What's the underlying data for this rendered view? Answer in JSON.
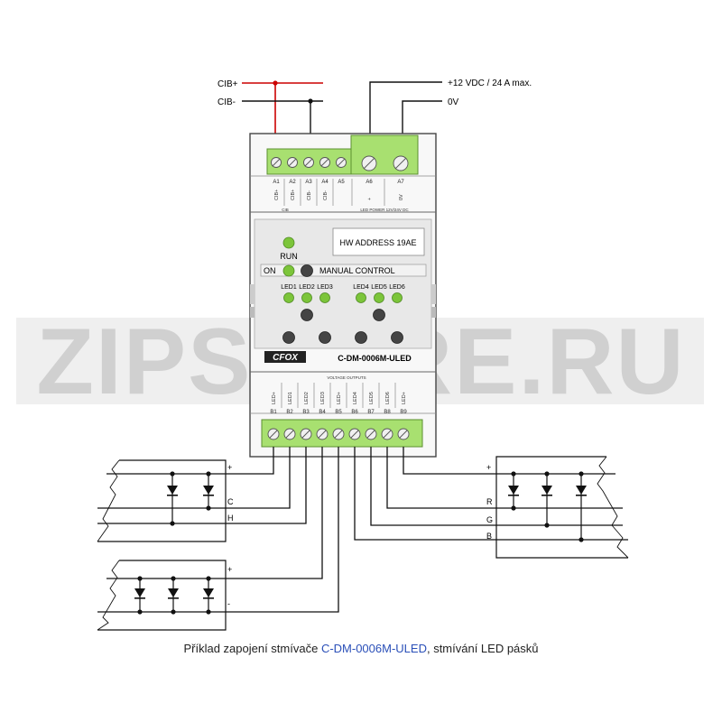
{
  "bus": {
    "cib_plus": "CIB+",
    "cib_minus": "CIB-"
  },
  "power": {
    "plus": "+12 VDC / 24 A max.",
    "zero": "0V"
  },
  "top_terminals": [
    "A1",
    "A2",
    "A3",
    "A4",
    "A5",
    "A6",
    "A7"
  ],
  "top_pin_marks": [
    "CIB+",
    "CIB+",
    "CIB-",
    "CIB-",
    "",
    "+",
    "0V"
  ],
  "top_section": {
    "cib": "CIB",
    "led_power": "LED POWER 12V/24V DC"
  },
  "panel": {
    "run": "RUN",
    "hw_address": "HW ADDRESS 19AE",
    "on": "ON",
    "manual_control": "MANUAL CONTROL",
    "led_labels": [
      "LED1",
      "LED2",
      "LED3",
      "LED4",
      "LED5",
      "LED6"
    ]
  },
  "brand": {
    "logo": "CFOX",
    "model": "C-DM-0006M-ULED"
  },
  "bottom_section": {
    "voltage_outputs": "VOLTAGE OUTPUTS"
  },
  "output_marks": [
    "LED+",
    "LED1",
    "LED2",
    "LED3",
    "LED+",
    "LED4",
    "LED5",
    "LED6",
    "LED+"
  ],
  "bottom_terminals": [
    "B1",
    "B2",
    "B3",
    "B4",
    "B5",
    "B6",
    "B7",
    "B8",
    "B9"
  ],
  "strips": {
    "left_top": [
      "+",
      "C",
      "H"
    ],
    "left_bottom": [
      "+",
      "-"
    ],
    "right": [
      "+",
      "R",
      "G",
      "B"
    ]
  },
  "watermark": "ZIPSTORE.RU",
  "caption": {
    "before": "Příklad zapojení stmívače ",
    "model": "C-DM-0006M-ULED",
    "after": ", stmívání LED pásků"
  },
  "colors": {
    "bus_plus": "#cc0000",
    "terminal_green": "#a8e070",
    "wire": "#111111",
    "model_link": "#2a4fb8"
  }
}
